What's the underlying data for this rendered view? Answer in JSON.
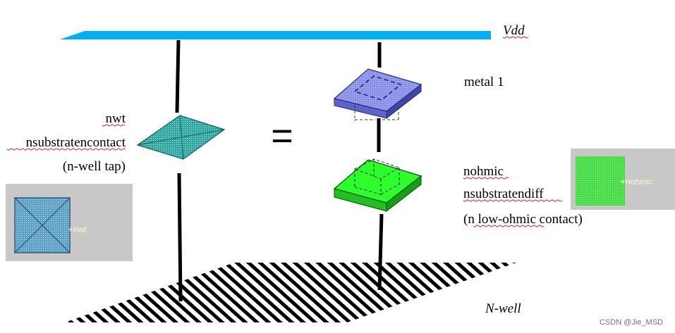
{
  "labels": {
    "vdd": "Vdd",
    "nwell": "N-well",
    "metal1": "metal 1",
    "nwt": "nwt",
    "nsubstratencontact": "nsubstratencontact",
    "nwell_tap": "(n-well tap)",
    "nohmic": "nohmic",
    "nsubstratendiff": "nsubstratendiff",
    "low_ohmic": "(n low-ohmic contact)",
    "equals": "="
  },
  "legends": {
    "nwt_text": "nwt",
    "nohmic_text": "nohmic"
  },
  "watermark": "CSDN @Jie_MSD",
  "colors": {
    "vdd_rail": "#00b0f0",
    "nwt_fill": "#2fa6a0",
    "nwt_legend_fill": "#5aa0c8",
    "metal1_top": "#8890f0",
    "metal1_side": "#5d63c9",
    "nohmic_top": "#2cff2c",
    "nohmic_side": "#1fc01f",
    "legend_bg": "#c8c8c8",
    "legend_text": "#fff8c8"
  }
}
